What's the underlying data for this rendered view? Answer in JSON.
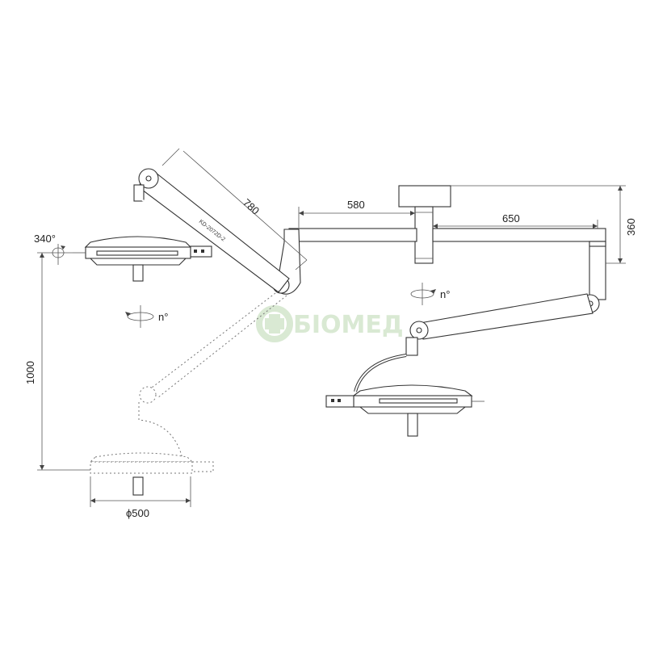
{
  "dimensions": {
    "arm_length": "780",
    "extension_length": "580",
    "second_arm_length": "650",
    "canopy_height": "360",
    "height_travel": "1000",
    "dome_diameter": "ϕ500",
    "rotation_angle": "340°",
    "rotation_left": "n°",
    "rotation_right": "n°"
  },
  "labels": {
    "model_code": "KD-2072D-2"
  },
  "logo": {
    "text": "БІОМЕД",
    "color": "#d9e9d3"
  }
}
